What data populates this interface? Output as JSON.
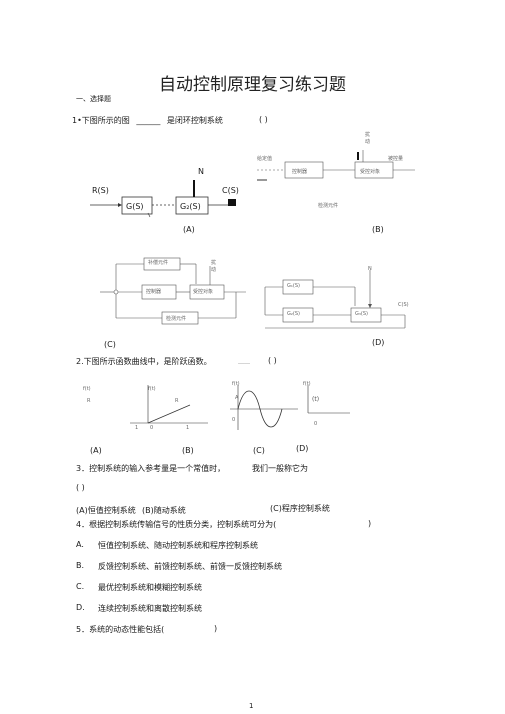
{
  "title": "自动控制原理复习练习题",
  "section1": "一、选择题",
  "q1": {
    "text": "1•下图所示的图",
    "blank": "______",
    "text2": "是闭环控制系统",
    "paren": "( )",
    "figA": {
      "in": "R(S)",
      "out": "C(S)",
      "b1": "G(S)",
      "b2": "G₂(S)",
      "dist": "N",
      "label": "(A)"
    },
    "figB": {
      "set": "给定值",
      "ctrl": "控制器",
      "plant": "受控对象",
      "out": "被控量",
      "dist": "扰动",
      "sensor": "检测元件",
      "label": "(B)"
    },
    "figC": {
      "comp": "补偿元件",
      "ctrl": "控制器",
      "plant": "受控对象",
      "sensor": "检测元件",
      "dist": "扰动",
      "label": "(C)"
    },
    "figD": {
      "dist": "N",
      "b1": "G₁(S)",
      "b2": "G₂(S)",
      "b3": "G₃(S)",
      "out": "C(S)",
      "label": "(D)"
    }
  },
  "q2": {
    "text": "2.下图所示函数曲线中，",
    "text2": "是阶跃函数。",
    "dots": "……",
    "paren": "(        )",
    "graphs": {
      "a_f": "f(t)",
      "a_R": "R",
      "b_f": "f(t)",
      "b_R": "R",
      "b_1": "1",
      "b_0": "0",
      "b_1r": "1",
      "c_f": "f(t)",
      "c_A": "A",
      "c_0": "0",
      "d_f": "f(t)",
      "d_t": "(t)",
      "d_0": "0"
    },
    "labels": [
      "(A)",
      "(B)",
      "(C)",
      "(D)"
    ]
  },
  "q3": {
    "text": "3．控制系统的输入参考量是一个常值时，",
    "text2": "我们一般称它为",
    "paren": "( )",
    "optA": "(A)恒值控制系统",
    "optB": "(B)随动系统",
    "optC": "(C)程序控制系统"
  },
  "q4": {
    "text": "4．根据控制系统传输信号的性质分类，控制系统可分为(",
    "close": ")",
    "options": [
      {
        "letter": "A.",
        "text": "恒值控制系统、随动控制系统和程序控制系统"
      },
      {
        "letter": "B.",
        "text": "反馈控制系统、前馈控制系统、前馈一反馈控制系统"
      },
      {
        "letter": "C.",
        "text": "最优控制系统和模糊控制系统"
      },
      {
        "letter": "D.",
        "text": "连续控制系统和离散控制系统"
      }
    ]
  },
  "q5": {
    "text": "5．系统的动态性能包括(",
    "close": ")"
  },
  "page_number": "1"
}
